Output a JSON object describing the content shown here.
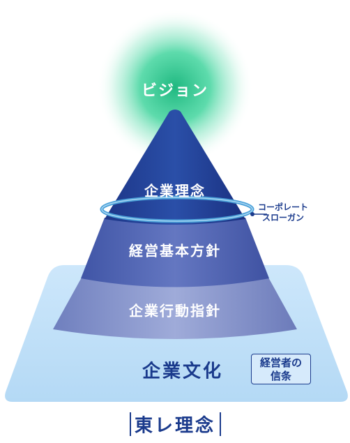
{
  "vision": "ビジョン",
  "corporate_philosophy": "企業理念",
  "basic_policy": "経営基本方針",
  "conduct_guidelines": "企業行動指針",
  "corporate_culture": "企業文化",
  "management_belief": [
    "経営者の",
    "信条"
  ],
  "corporate_slogan": [
    "コーポレート",
    "スローガン"
  ],
  "title": "東レ理念",
  "colors": {
    "navy": "#1a3a8c",
    "glow": "#2ed39a",
    "base_light": "#bfe0f8",
    "ring": "#4aa0d8"
  }
}
